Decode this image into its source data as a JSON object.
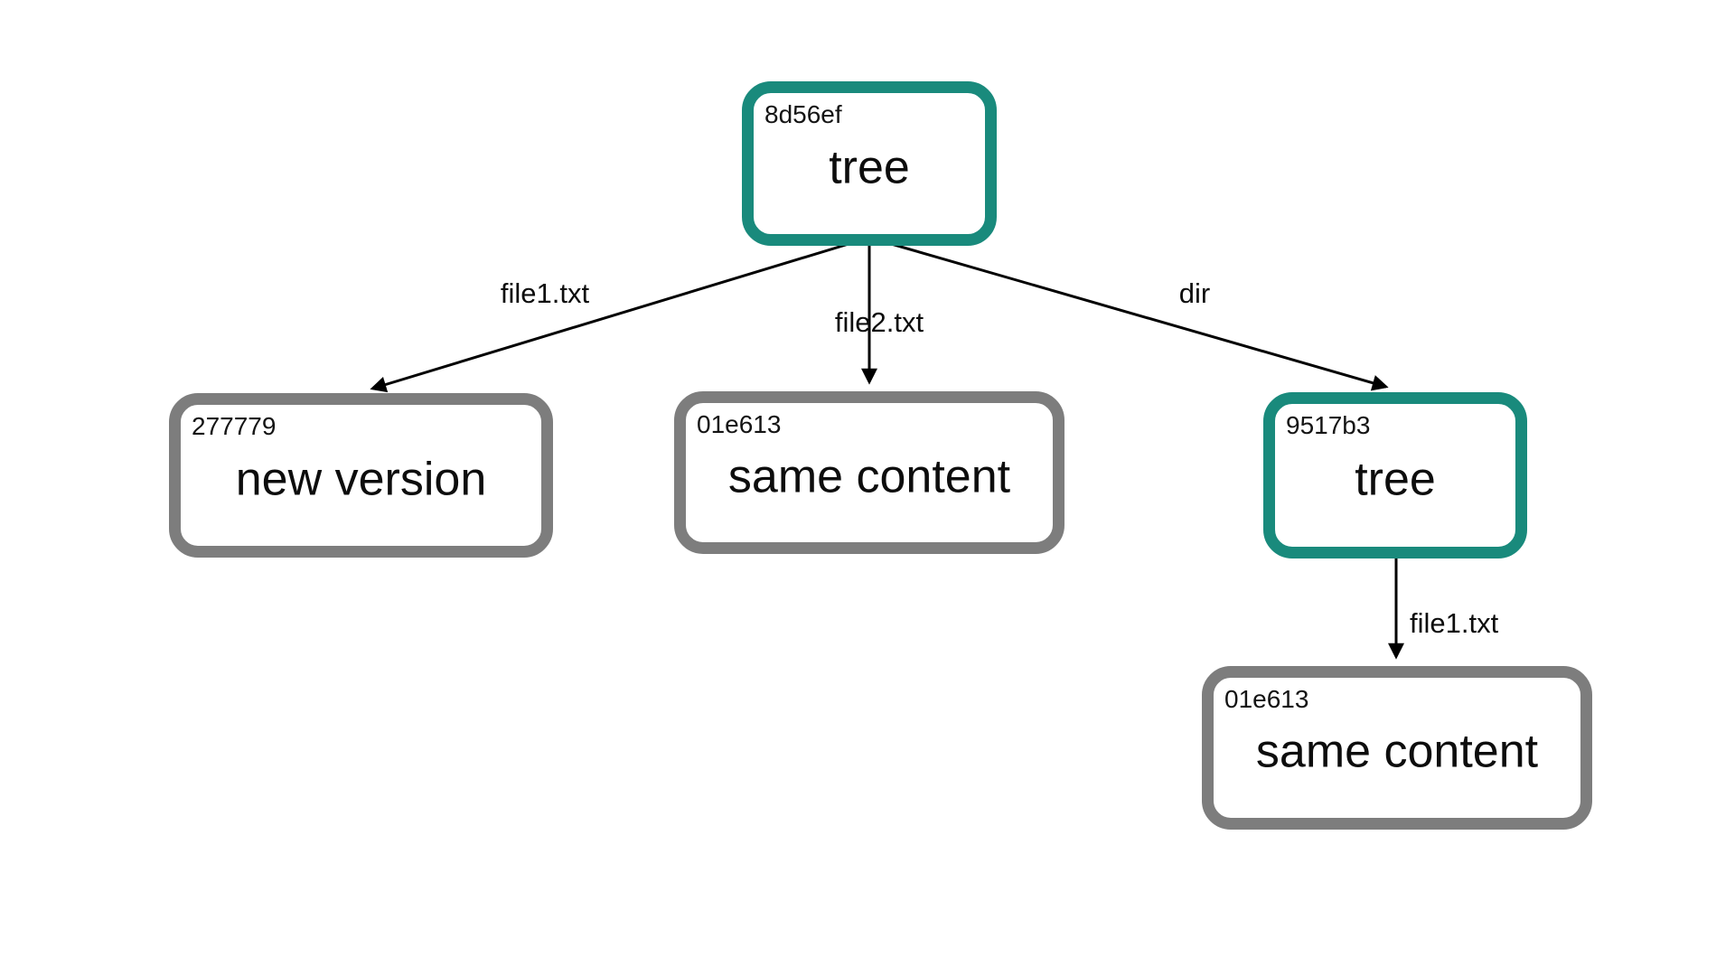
{
  "diagram": {
    "type": "git-object-tree",
    "colors": {
      "tree_node_border": "#198a7c",
      "blob_node_border": "#7d7d7d",
      "node_fill": "#ffffff",
      "edge_line": "#000000",
      "text": "#111111",
      "background": "#ffffff"
    },
    "nodes": [
      {
        "id": "root-tree",
        "hash": "8d56ef",
        "label": "tree",
        "kind": "tree"
      },
      {
        "id": "blob-new-version",
        "hash": "277779",
        "label": "new version",
        "kind": "blob"
      },
      {
        "id": "blob-same-1",
        "hash": "01e613",
        "label": "same content",
        "kind": "blob"
      },
      {
        "id": "subdir-tree",
        "hash": "9517b3",
        "label": "tree",
        "kind": "tree"
      },
      {
        "id": "blob-same-2",
        "hash": "01e613",
        "label": "same content",
        "kind": "blob"
      }
    ],
    "edges": [
      {
        "from": "root-tree",
        "to": "blob-new-version",
        "label": "file1.txt"
      },
      {
        "from": "root-tree",
        "to": "blob-same-1",
        "label": "file2.txt"
      },
      {
        "from": "root-tree",
        "to": "subdir-tree",
        "label": "dir"
      },
      {
        "from": "subdir-tree",
        "to": "blob-same-2",
        "label": "file1.txt"
      }
    ]
  }
}
